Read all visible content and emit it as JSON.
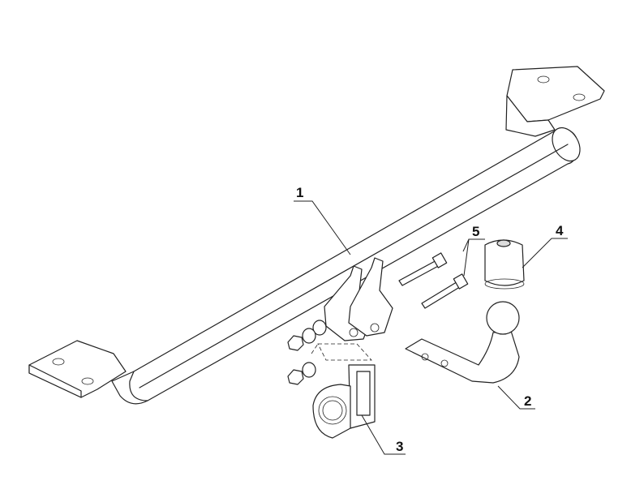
{
  "callouts": [
    {
      "id": "towbar-crossbar",
      "label": "1"
    },
    {
      "id": "tow-ball-neck",
      "label": "2"
    },
    {
      "id": "socket-plate",
      "label": "3"
    },
    {
      "id": "ball-cover",
      "label": "4"
    },
    {
      "id": "bolts",
      "label": "5"
    }
  ]
}
